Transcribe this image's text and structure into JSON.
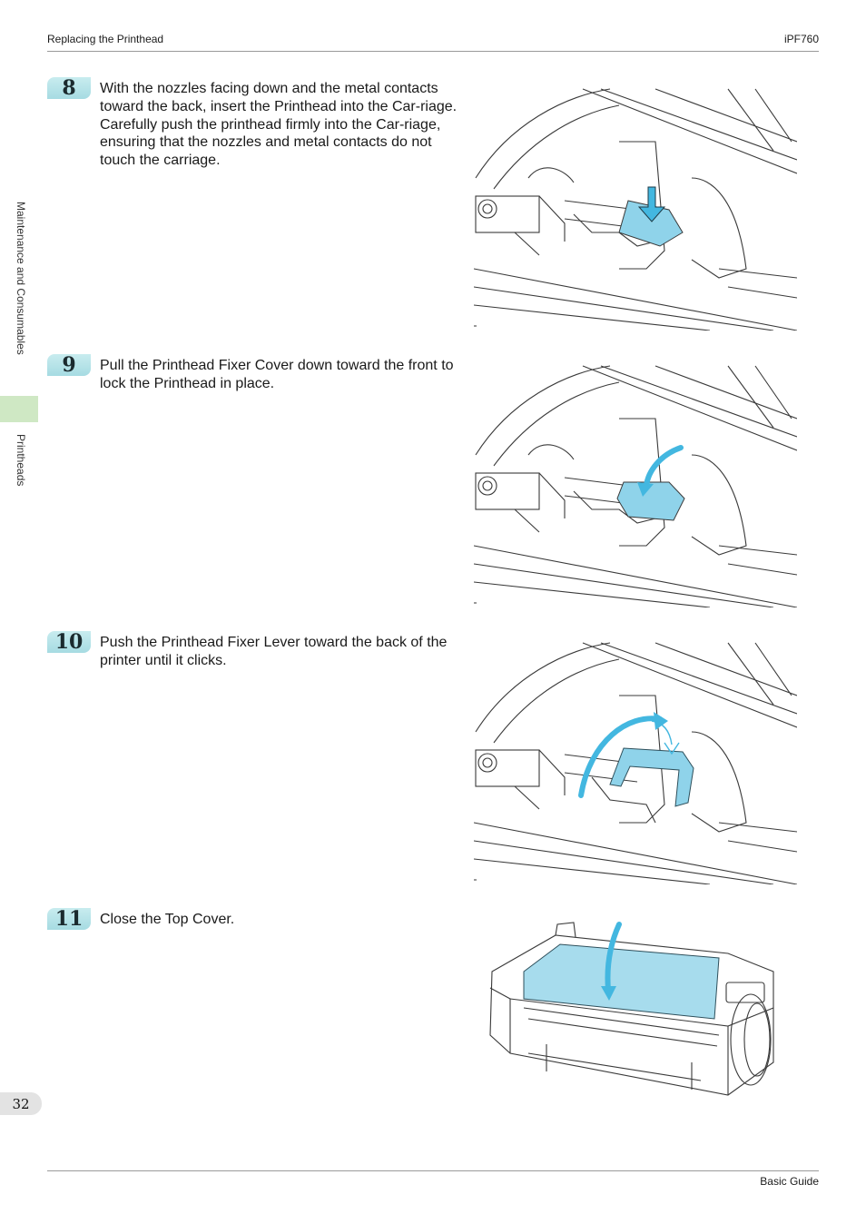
{
  "header": {
    "section": "Replacing the Printhead",
    "model": "iPF760"
  },
  "sidebar": {
    "chapter": "Maintenance and Consumables",
    "section": "Printheads"
  },
  "steps": [
    {
      "number": "8",
      "text": "With the nozzles facing down and the metal contacts toward the back, insert the Printhead into the Car-riage. Carefully push the printhead firmly into the Car-riage, ensuring that the nozzles and metal contacts do not touch the carriage."
    },
    {
      "number": "9",
      "text": "Pull the Printhead Fixer Cover down toward the front to lock the Printhead in place."
    },
    {
      "number": "10",
      "text": "Push the Printhead Fixer Lever toward the back of the printer until it clicks."
    },
    {
      "number": "11",
      "text": "Close the Top Cover."
    }
  ],
  "footer": {
    "page_number": "32",
    "guide": "Basic Guide"
  },
  "colors": {
    "accent": "#43b7e0",
    "highlight": "#8fd3ea",
    "badge": "#b6e3e8",
    "sidebar_tab": "#cfe8c4"
  }
}
